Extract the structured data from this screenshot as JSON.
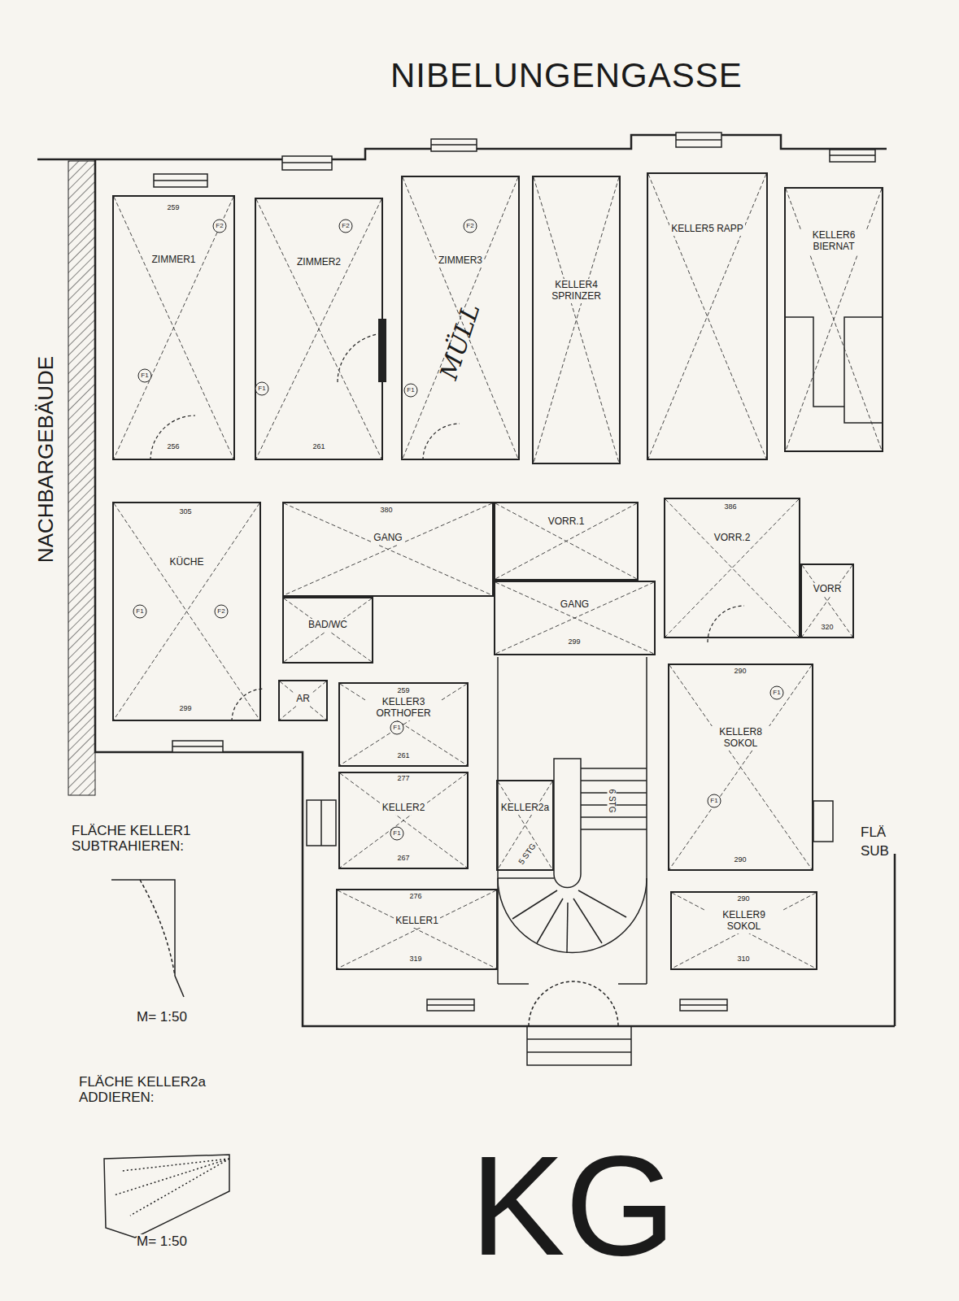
{
  "diagram": {
    "title": "KG",
    "nodes": [
      {
        "text": [
          "ZIMMER1"
        ]
      },
      {
        "text": [
          "ZIMMER2"
        ]
      },
      {
        "text": [
          "ZIMMER3"
        ]
      },
      {
        "text": [
          "KELLER4 SPRINZER"
        ]
      },
      {
        "text": [
          "KELLER5 RAPP"
        ]
      },
      {
        "text": [
          "KELLER6 BIERNAT"
        ]
      },
      {
        "text": [
          "KÜCHE"
        ]
      },
      {
        "text": [
          "GANG"
        ]
      },
      {
        "text": [
          "BAD/WC"
        ]
      },
      {
        "text": [
          "AR"
        ]
      },
      {
        "text": [
          "VORR.1"
        ]
      },
      {
        "text": [
          "GANG"
        ]
      },
      {
        "text": [
          "VORR.2"
        ]
      },
      {
        "text": [
          "VORR"
        ]
      },
      {
        "text": [
          "KELLER3 ORTHOFER"
        ]
      },
      {
        "text": [
          "KELLER2"
        ]
      },
      {
        "text": [
          "KELLER2a"
        ]
      },
      {
        "text": [
          "KELLER1"
        ]
      },
      {
        "text": [
          "KELLER8 SOKOL"
        ]
      },
      {
        "text": [
          "KELLER9 SOKOL"
        ]
      }
    ],
    "labels": [
      "NIBELUNGENGASSE",
      "NACHBARGEBÄUDE",
      "MÜLL",
      "6 STG",
      "5 STG",
      "FLÄCHE KELLER1 SUBTRAHIEREN:",
      "M= 1:50",
      "FLÄCHE KELLER2a ADDIEREN:",
      "M= 1:50",
      "FLÄ",
      "SUB",
      "259",
      "256",
      "261",
      "305",
      "299",
      "380",
      "259",
      "261",
      "277",
      "267",
      "276",
      "319",
      "290",
      "290",
      "290",
      "310",
      "386",
      "299",
      "320",
      "F2",
      "F1",
      "F2",
      "F1",
      "F2",
      "F1",
      "F1",
      "F2",
      "F1",
      "F1",
      "F1",
      "F1"
    ]
  }
}
